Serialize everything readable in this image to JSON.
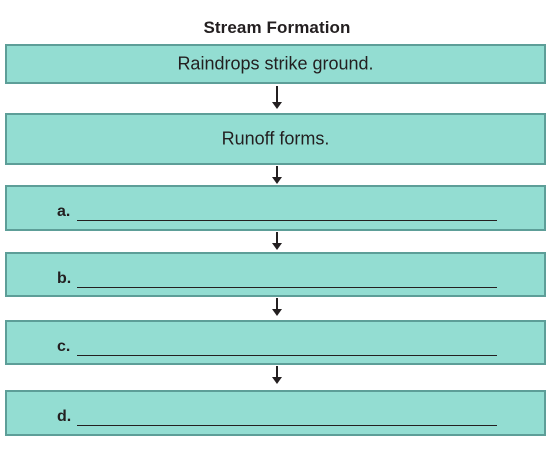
{
  "diagram": {
    "title": "Stream Formation",
    "steps": [
      {
        "text": "Raindrops strike ground."
      },
      {
        "text": "Runoff forms."
      },
      {
        "label": "a."
      },
      {
        "label": "b."
      },
      {
        "label": "c."
      },
      {
        "label": "d."
      }
    ]
  },
  "colors": {
    "box_fill": "#93ddd2",
    "box_border": "#5d9e98",
    "text": "#231f20"
  }
}
